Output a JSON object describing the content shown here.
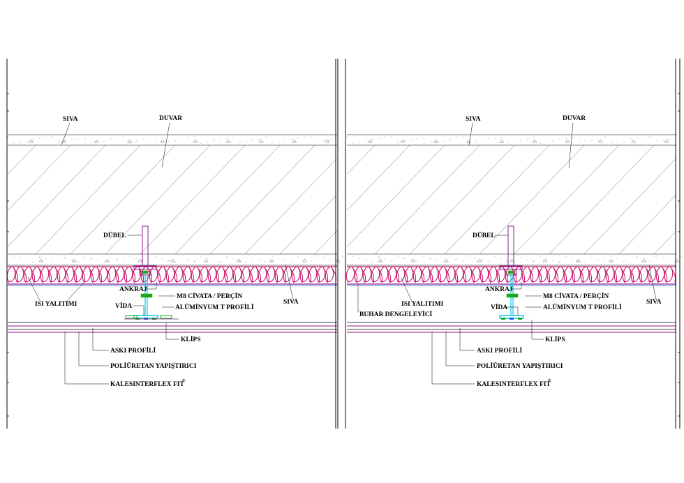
{
  "colors": {
    "line": "#000000",
    "hatch": "#666666",
    "insulation": "#c8186e",
    "profile": "#8e1a8e",
    "aluminium": "#00c8e8",
    "clip": "#1aa81a",
    "screw": "#1a66cc"
  },
  "panels": [
    {
      "labels": {
        "siva_top": "SIVA",
        "duvar": "DUVAR",
        "dubel": "DÜBEL",
        "ankraj": "ANKRAJ",
        "civata": "M8 CİVATA / PERÇİN",
        "vida": "VİDA",
        "alu_profile": "ALÜMİNYUM T PROFİLİ",
        "isi": "ISI YALITIMI",
        "siva_right": "SIVA",
        "klips": "KLİPS",
        "aski": "ASKI PROFİLİ",
        "poliuretan": "POLİÜRETAN YAPIŞTIRICI",
        "kales": "KALESINTERFLEX FIT",
        "registered": "®"
      }
    },
    {
      "labels": {
        "siva_top": "SIVA",
        "duvar": "DUVAR",
        "dubel": "DÜBEL",
        "ankraj": "ANKRAJ",
        "civata": "M8 CİVATA / PERÇİN",
        "vida": "VİDA",
        "alu_profile": "ALÜMİNYUM T PROFİLİ",
        "isi": "ISI YALITIMI",
        "buhar": "BUHAR DENGELEYİCİ",
        "siva_right": "SIVA",
        "klips": "KLİPS",
        "aski": "ASKI PROFİLİ",
        "poliuretan": "POLİÜRETAN YAPIŞTIRICI",
        "kales": "KALESINTERFLEX FIT",
        "registered": "®"
      }
    }
  ]
}
